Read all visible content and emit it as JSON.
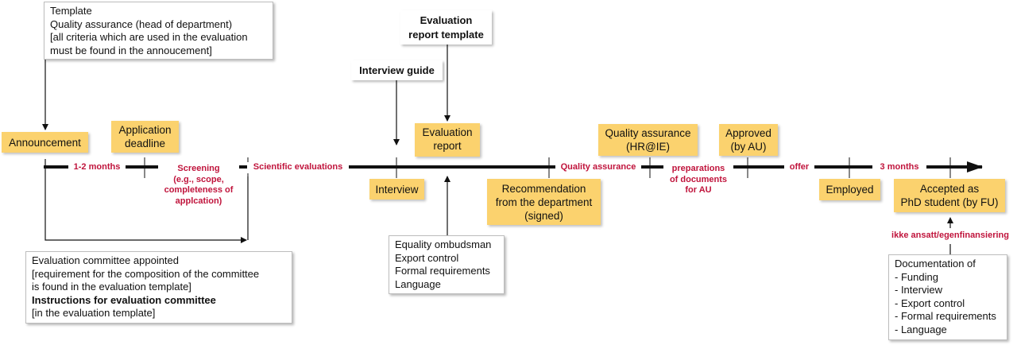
{
  "notes": {
    "template": [
      "Template",
      "Quality assurance (head of department)",
      "[all criteria which are used in the evaluation",
      "must be found in the annoucement]"
    ],
    "committee": [
      "Evaluation committee appointed",
      "[requirement for the composition of the committee",
      " is found in the evaluation template]",
      "Instructions for evaluation committee",
      "[in the evaluation template]"
    ],
    "equality": [
      "Equality ombudsman",
      "Export control",
      "Formal requirements",
      "Language"
    ],
    "documentation": [
      "Documentation of",
      "- Funding",
      "- Interview",
      "- Export control",
      "- Formal requirements",
      "- Language"
    ]
  },
  "headers": {
    "evaluation_report_template": "Evaluation\nreport template",
    "interview_guide": "Interview guide"
  },
  "milestones": {
    "announcement": "Announcement",
    "application_deadline": "Application\ndeadline",
    "evaluation_report": "Evaluation\nreport",
    "interview": "Interview",
    "recommendation": "Recommendation\nfrom the department\n(signed)",
    "quality_assurance_hr": "Quality assurance\n(HR@IE)",
    "approved": "Approved\n(by AU)",
    "employed": "Employed",
    "accepted": "Accepted as\nPhD student (by FU)"
  },
  "phases": {
    "months_1_2": "1-2 months",
    "screening": "Screening\n(e.g., scope,\ncompleteness of\napplcation)",
    "scientific_evaluations": "Scientific evaluations",
    "quality_assurance": "Quality assurance",
    "preparations": "preparations\nof documents\nfor AU",
    "offer": "offer",
    "months_3": "3 months",
    "ikke_ansatt": "ikke ansatt/egenfinansiering"
  }
}
